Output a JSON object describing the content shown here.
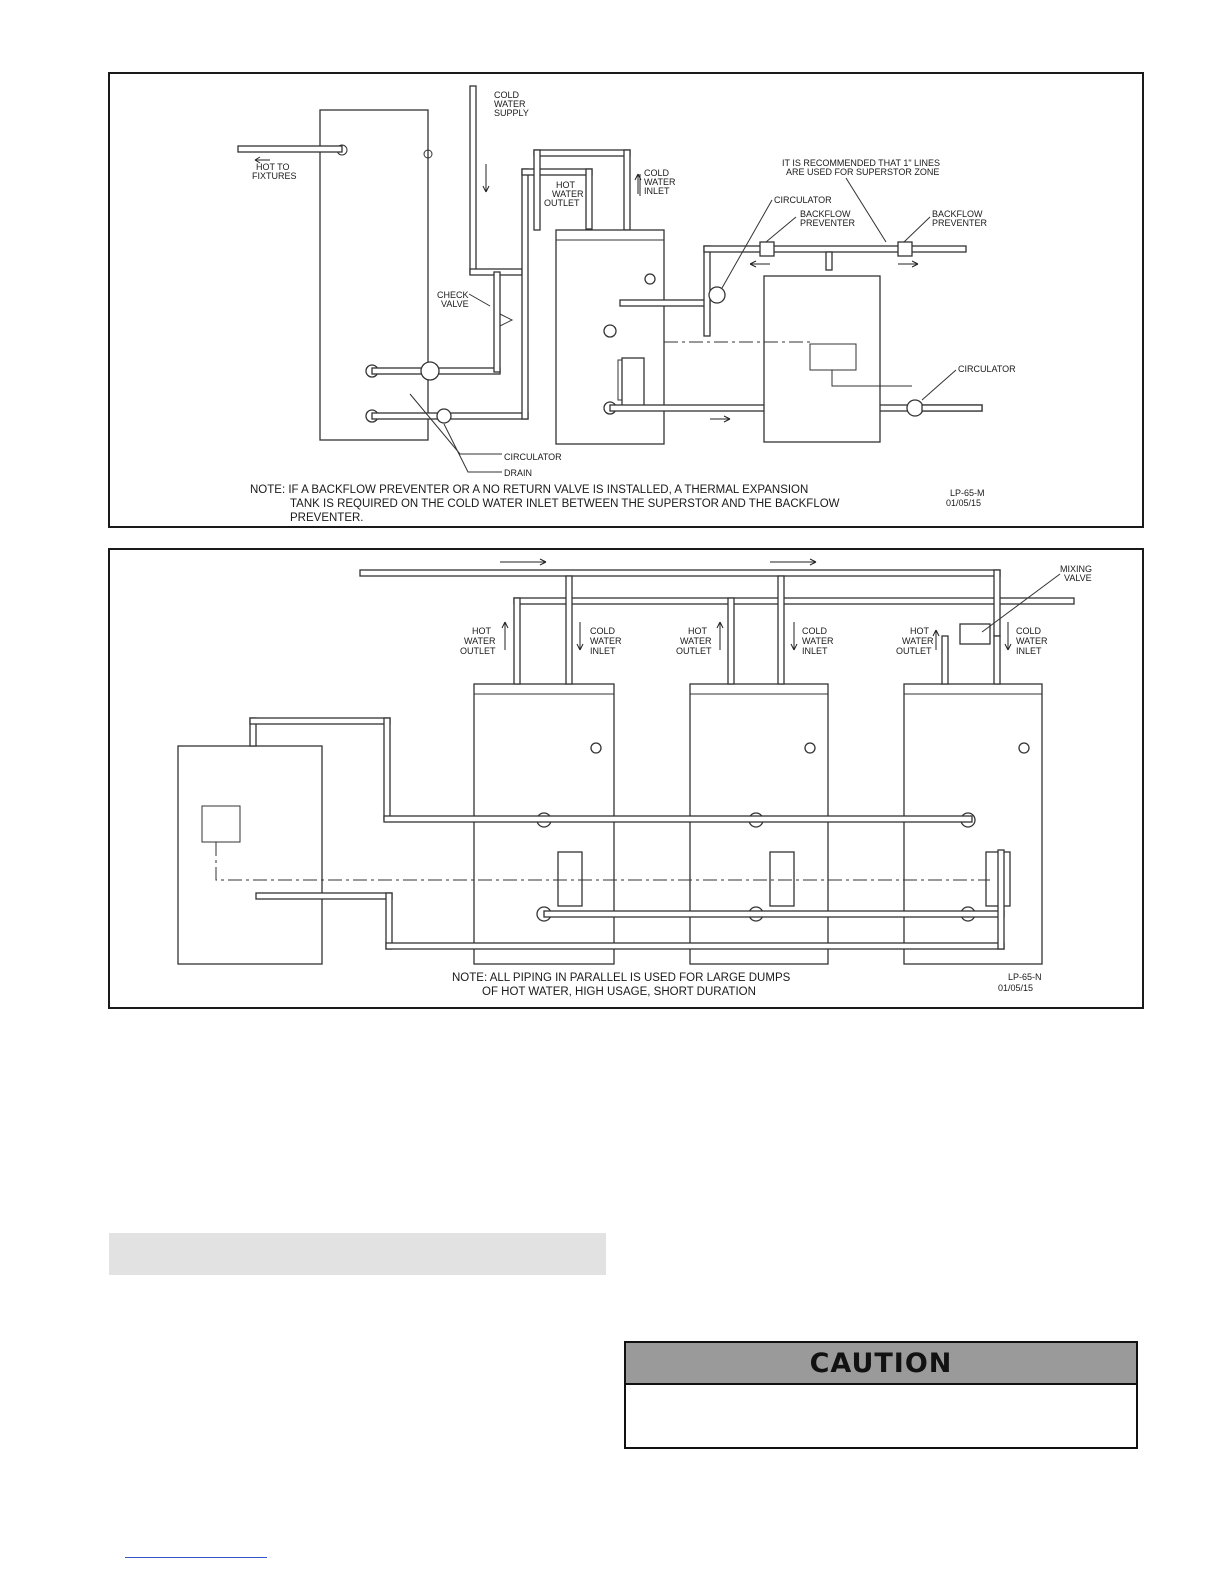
{
  "figure1": {
    "labels": {
      "cold_water_supply": [
        "COLD",
        "WATER",
        "SUPPLY"
      ],
      "hot_to_fixtures": [
        "HOT TO",
        "FIXTURES"
      ],
      "cold_water_inlet": [
        "COLD",
        "WATER",
        "INLET"
      ],
      "hot_water_outlet": [
        "HOT",
        "WATER",
        "OUTLET"
      ],
      "recommendation": [
        "IT IS RECOMMENDED THAT 1\" LINES",
        "ARE USED FOR SUPERSTOR ZONE"
      ],
      "circulator_top": "CIRCULATOR",
      "backflow_left": [
        "BACKFLOW",
        "PREVENTER"
      ],
      "backflow_right": [
        "BACKFLOW",
        "PREVENTER"
      ],
      "check_valve": [
        "CHECK",
        "VALVE"
      ],
      "circulator_right": "CIRCULATOR",
      "circulator_bottom": "CIRCULATOR",
      "drain": "DRAIN"
    },
    "note_lines": [
      "NOTE:  IF A BACKFLOW PREVENTER OR A NO RETURN VALVE IS INSTALLED, A THERMAL EXPANSION",
      "TANK IS REQUIRED ON THE COLD WATER INLET BETWEEN THE SUPERSTOR AND THE BACKFLOW",
      "PREVENTER."
    ],
    "drawing_id": "LP-65-M",
    "drawing_date": "01/05/15"
  },
  "figure2": {
    "labels": {
      "mixing_valve": [
        "MIXING",
        "VALVE"
      ],
      "hot_water_outlet": [
        "HOT",
        "WATER",
        "OUTLET"
      ],
      "cold_water_inlet": [
        "COLD",
        "WATER",
        "INLET"
      ]
    },
    "note_lines": [
      "NOTE: ALL PIPING IN PARALLEL IS USED FOR LARGE DUMPS",
      "OF HOT WATER, HIGH USAGE, SHORT DURATION"
    ],
    "drawing_id": "LP-65-N",
    "drawing_date": "01/05/15"
  },
  "caution": {
    "title": "CAUTION"
  }
}
